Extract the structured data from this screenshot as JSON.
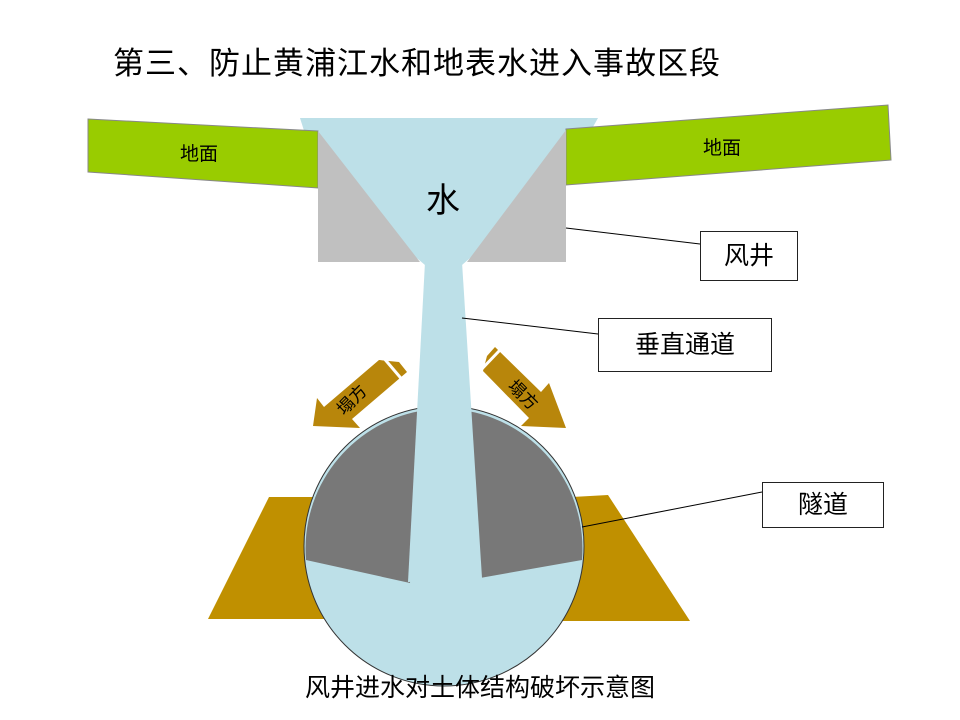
{
  "title": "第三、防止黄浦江水和地表水进入事故区段",
  "caption": "风井进水对土体结构破坏示意图",
  "labels": {
    "ground_left": "地面",
    "ground_right": "地面",
    "water": "水",
    "collapse_left": "塌方",
    "collapse_right": "塌方"
  },
  "callouts": {
    "shaft": "风井",
    "vertical_channel": "垂直通道",
    "tunnel": "隧道"
  },
  "colors": {
    "ground": "#99cc00",
    "water": "#bde0e8",
    "shaft": "#c0c0c0",
    "tunnel_soil": "#787878",
    "soil": "#c09000",
    "arrow": "#b8860b"
  }
}
